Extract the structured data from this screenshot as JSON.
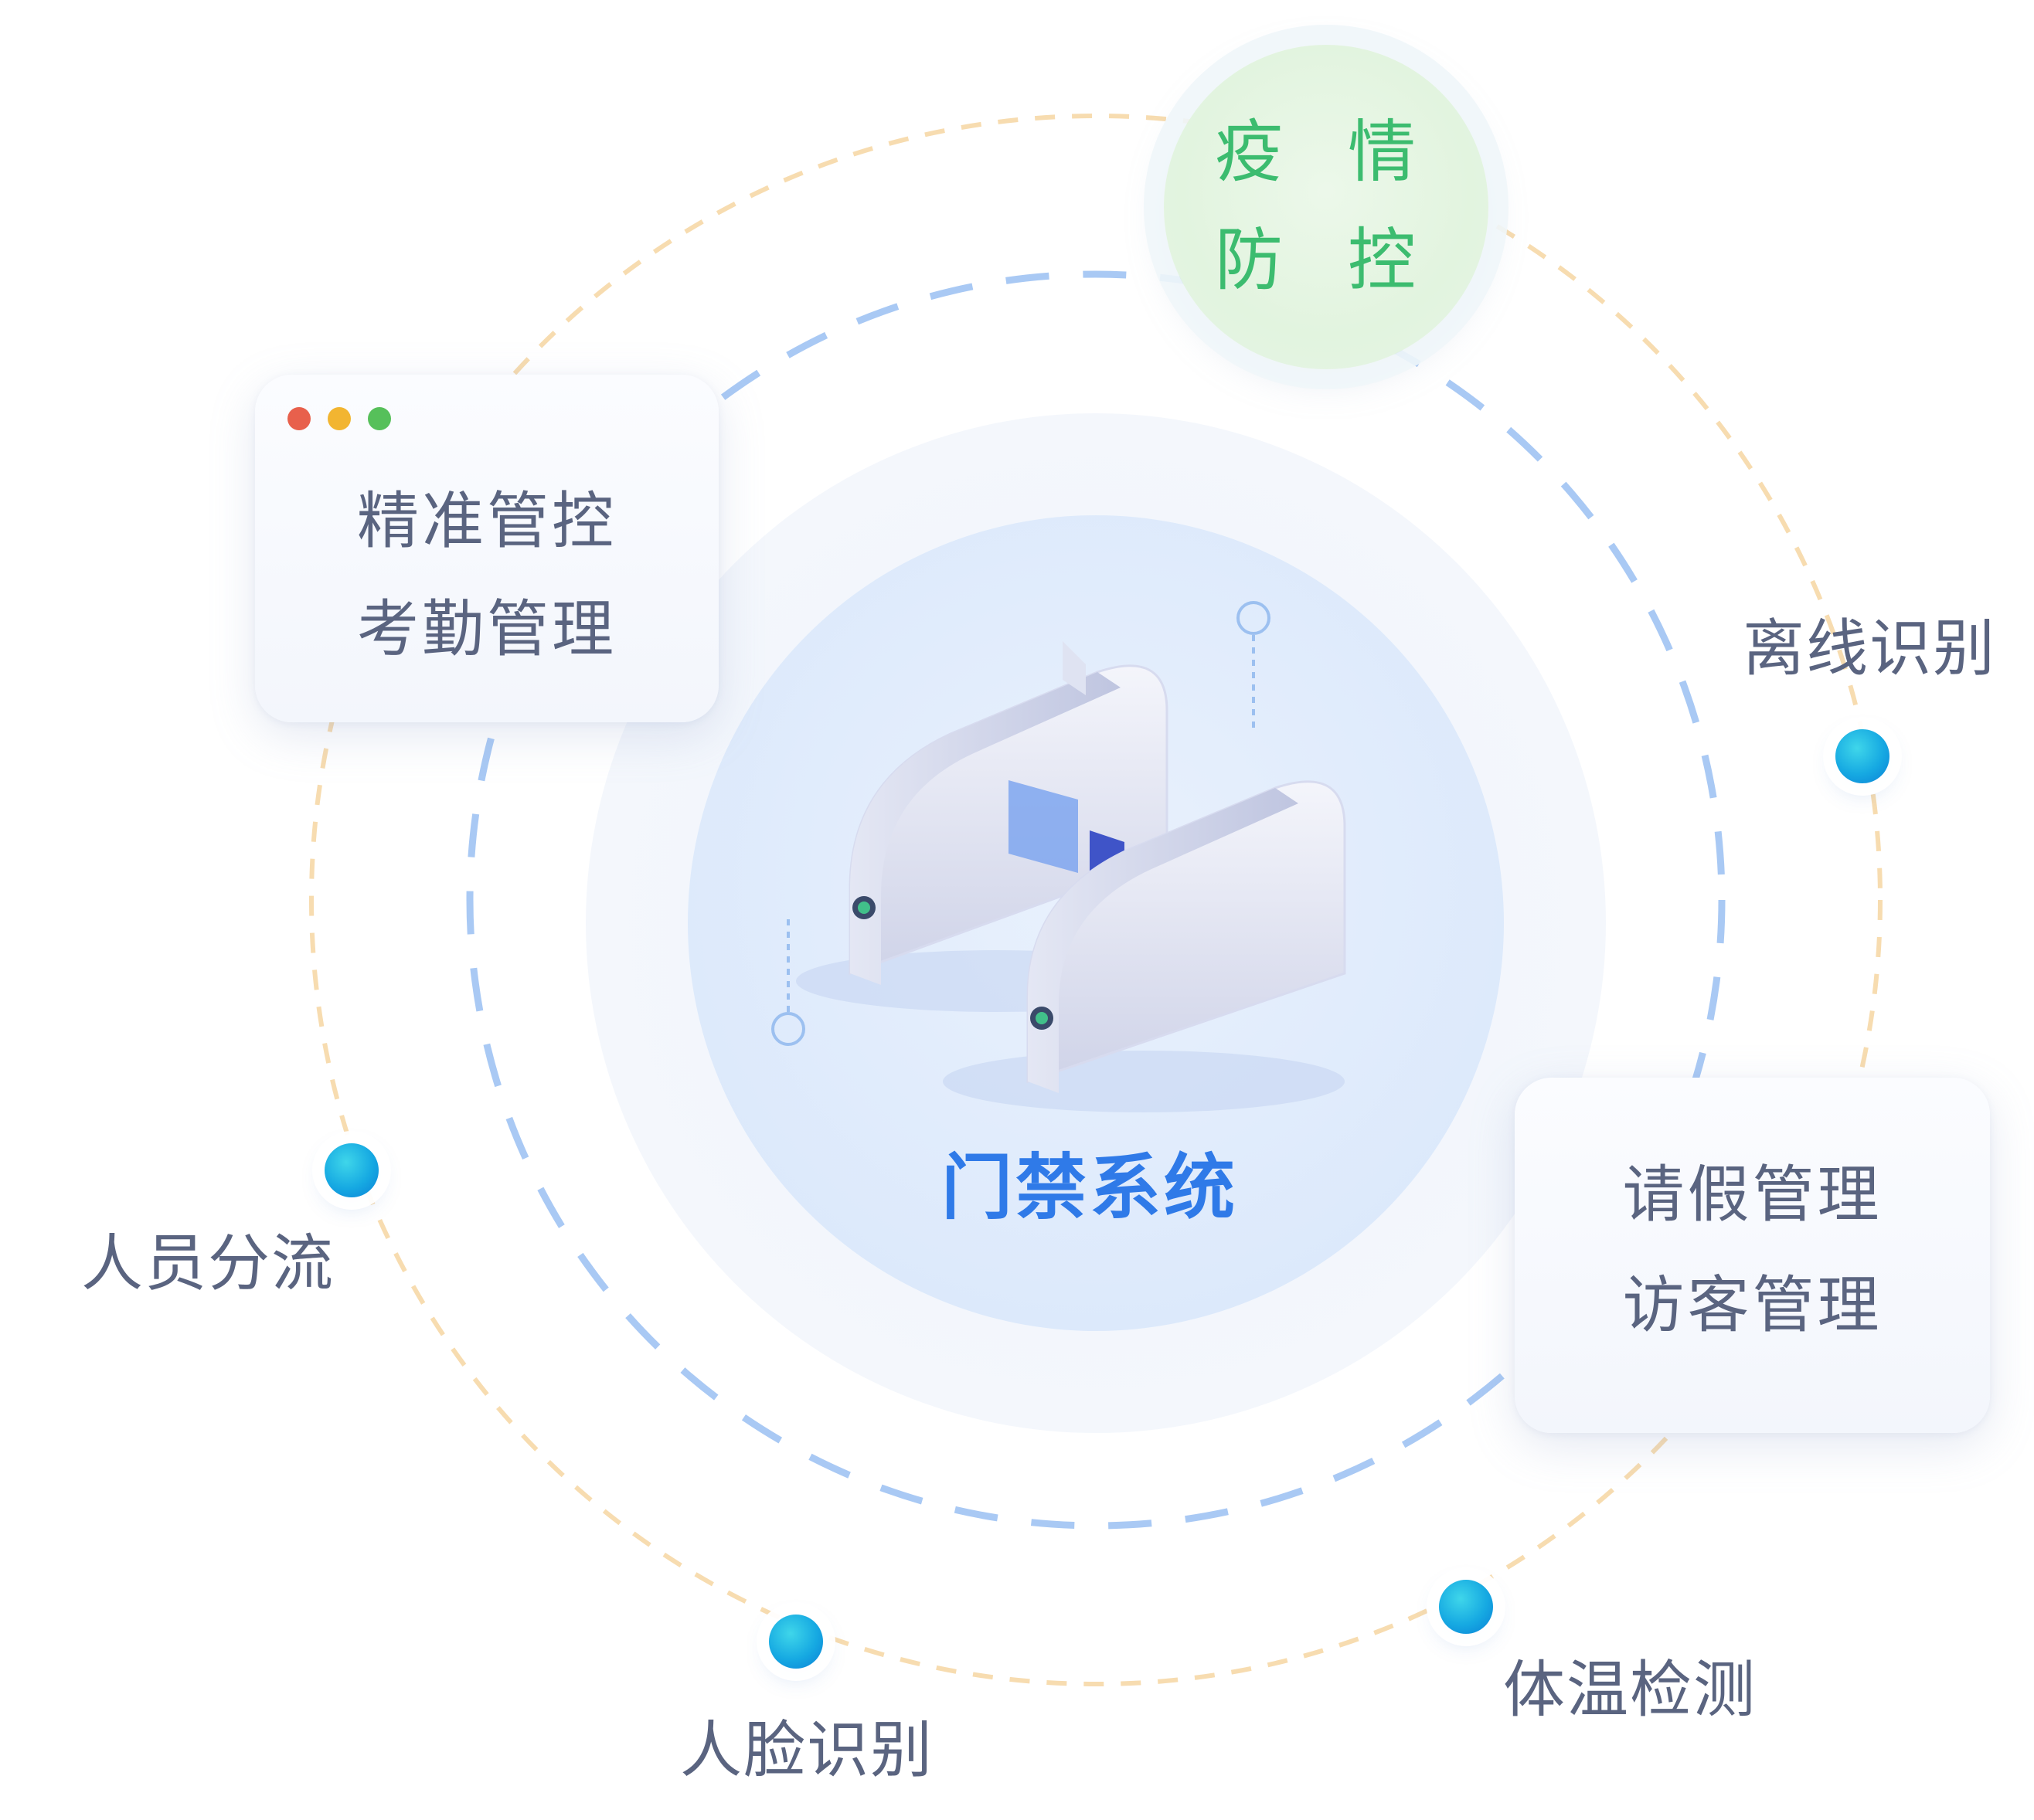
{
  "center": {
    "title": "门禁系统"
  },
  "badge": {
    "line1": "疫 情",
    "line2": "防 控"
  },
  "cards": {
    "top_left": {
      "line1": "精准管控",
      "line2": "考勤管理"
    },
    "right": {
      "line1": "请假管理",
      "line2": "访客管理"
    }
  },
  "nodes": {
    "offline": "离线识别",
    "flow": "人员分流",
    "temperature": "体温检测",
    "face": "人脸识别"
  },
  "colors": {
    "accent_blue": "#2f7ae8",
    "accent_green": "#3cbc6f",
    "window_dots": [
      "#e8604c",
      "#f2b531",
      "#56c05a"
    ],
    "outer_ring": "#f7dcb0",
    "inner_ring": "#a9c9f4"
  },
  "icons": [
    "turnstile-gate-illustration",
    "window-controls-icon"
  ]
}
